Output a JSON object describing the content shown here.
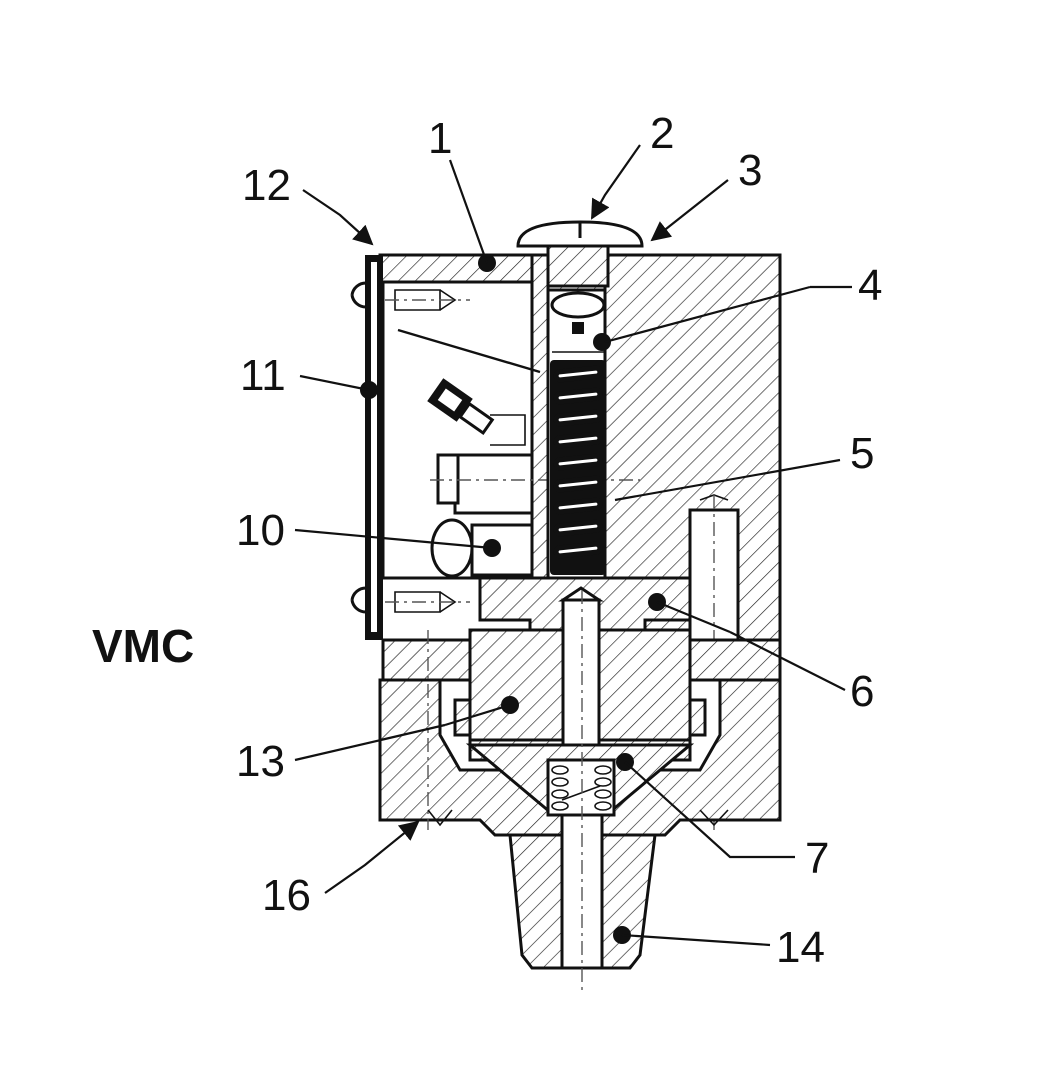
{
  "title": "VMC",
  "callouts": [
    "1",
    "2",
    "3",
    "4",
    "5",
    "6",
    "7",
    "10",
    "11",
    "12",
    "13",
    "14",
    "16"
  ],
  "colors": {
    "ink": "#111111",
    "background": "#ffffff"
  }
}
